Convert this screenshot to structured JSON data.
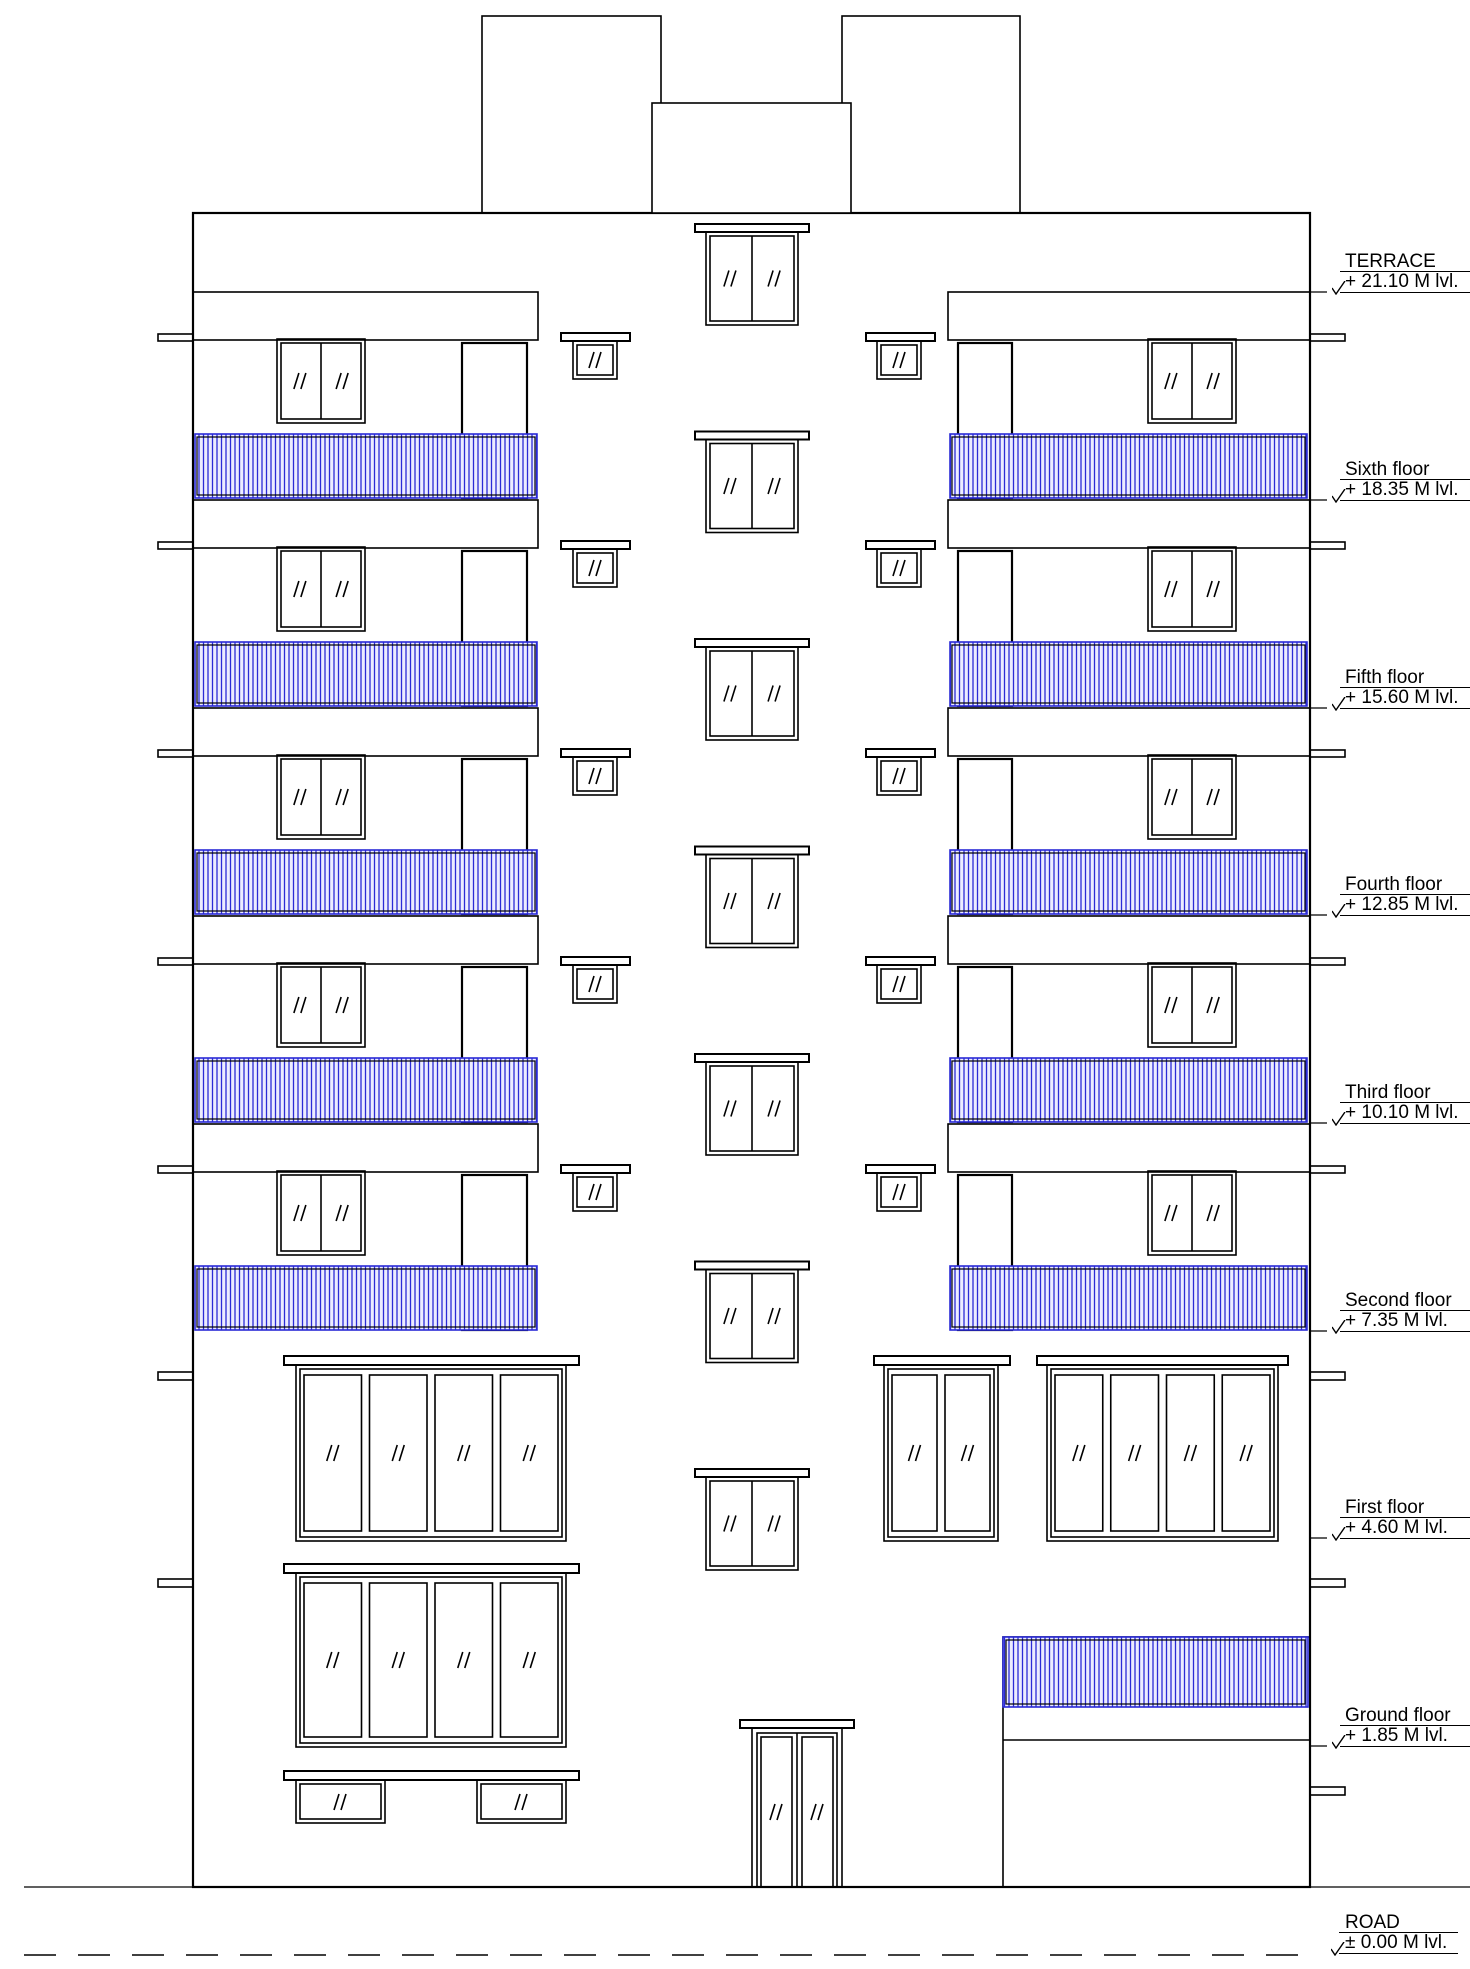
{
  "drawing": {
    "type": "front elevation",
    "colors": {
      "line": "#000000",
      "railing": "#2b2bd6",
      "railing_fill": "#e8e8ff"
    },
    "levels": [
      {
        "name": "TERRACE",
        "value": "+ 21.10 M lvl."
      },
      {
        "name": "Sixth floor",
        "value": "+ 18.35 M lvl."
      },
      {
        "name": "Fifth floor",
        "value": "+ 15.60 M lvl."
      },
      {
        "name": "Fourth floor",
        "value": "+ 12.85 M lvl."
      },
      {
        "name": "Third floor",
        "value": "+ 10.10 M lvl."
      },
      {
        "name": "Second floor",
        "value": "+ 7.35 M lvl."
      },
      {
        "name": "First floor",
        "value": "+ 4.60 M lvl."
      },
      {
        "name": "Ground floor",
        "value": "+ 1.85 M lvl."
      }
    ],
    "road": {
      "name": "ROAD",
      "value": "± 0.00 M lvl."
    }
  }
}
